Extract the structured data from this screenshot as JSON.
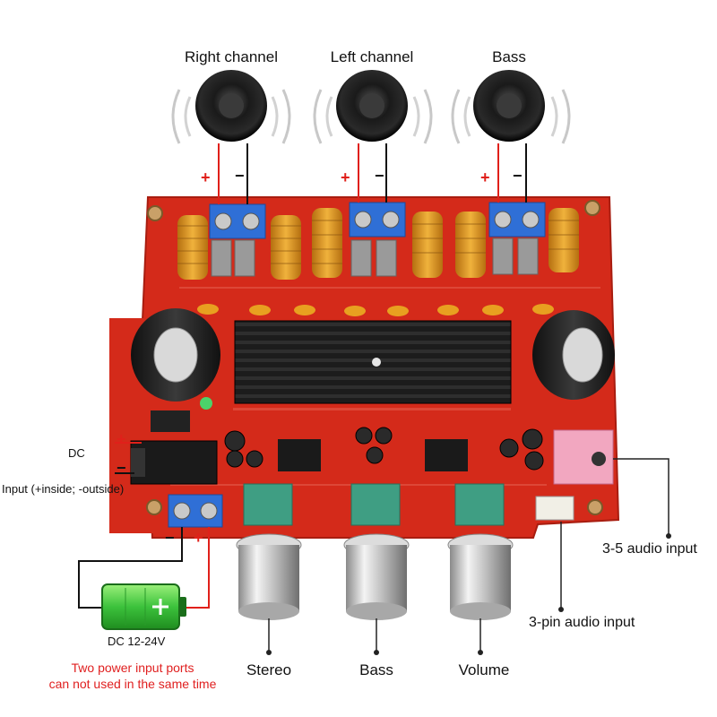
{
  "speakers": [
    {
      "label": "Right channel"
    },
    {
      "label": "Left channel"
    },
    {
      "label": "Bass"
    }
  ],
  "dc": {
    "label": "DC",
    "input_note": "Input (+inside; -outside)",
    "battery_label": "DC 12-24V",
    "plus": "+",
    "minus": "−"
  },
  "terminal_marks": {
    "plus": "+",
    "minus": "−"
  },
  "knobs": [
    {
      "label": "Stereo"
    },
    {
      "label": "Bass"
    },
    {
      "label": "Volume"
    }
  ],
  "inputs": {
    "jack_label": "3-5 audio input",
    "pin_label": "3-pin audio input"
  },
  "warning": {
    "line1": "Two power input ports",
    "line2": "can not used in the same time"
  },
  "colors": {
    "board": "#d42a1a",
    "heatsink": "#1c1c1c",
    "terminal": "#2f6fd6",
    "coil": "#d9941e",
    "positive_wire": "#e0201a",
    "negative_wire": "#111111",
    "battery": "#3cc23c",
    "warning": "#e02020"
  }
}
